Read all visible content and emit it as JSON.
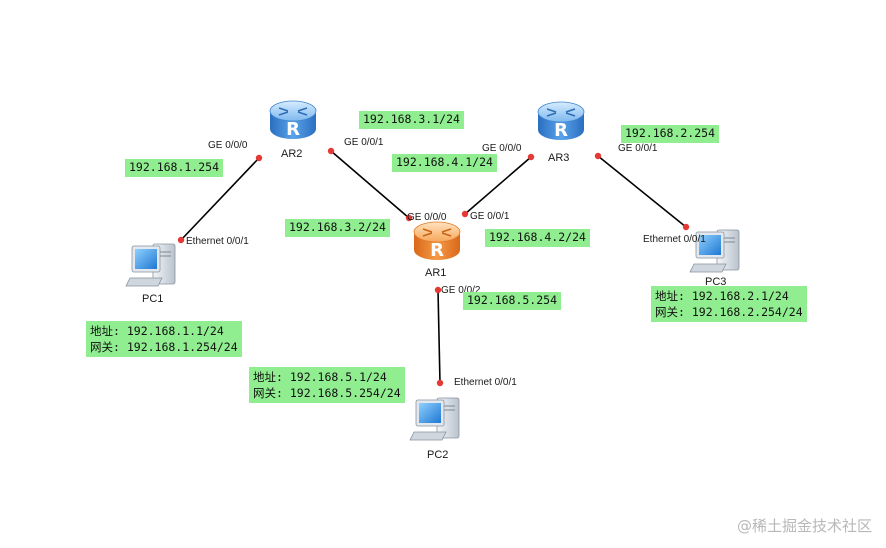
{
  "devices": {
    "ar1": "AR1",
    "ar2": "AR2",
    "ar3": "AR3",
    "pc1": "PC1",
    "pc2": "PC2",
    "pc3": "PC3",
    "router_glyph": "R"
  },
  "ports": {
    "ar2_ge000": "GE 0/0/0",
    "ar2_ge001": "GE 0/0/1",
    "ar3_ge000": "GE 0/0/0",
    "ar3_ge001": "GE 0/0/1",
    "ar1_ge000": "GE 0/0/0",
    "ar1_ge001": "GE 0/0/1",
    "ar1_ge002": "GE 0/0/2",
    "pc1_eth": "Ethernet 0/0/1",
    "pc2_eth": "Ethernet 0/0/1",
    "pc3_eth": "Ethernet 0/0/1"
  },
  "ips": {
    "ar2_ge000": "192.168.1.254",
    "ar2_ge001": "192.168.3.1/24",
    "ar1_ge000": "192.168.3.2/24",
    "ar3_ge000": "192.168.4.1/24",
    "ar1_ge001": "192.168.4.2/24",
    "ar3_ge001": "192.168.2.254",
    "ar1_ge002": "192.168.5.254"
  },
  "pc_config": {
    "pc1": {
      "addr": "地址: 192.168.1.1/24",
      "gw": "网关: 192.168.1.254/24"
    },
    "pc2": {
      "addr": "地址: 192.168.5.1/24",
      "gw": "网关: 192.168.5.254/24"
    },
    "pc3": {
      "addr": "地址: 192.168.2.1/24",
      "gw": "网关: 192.168.2.254/24"
    }
  },
  "colors": {
    "router_blue": "#4a90d9",
    "router_orange": "#f08a24",
    "link": "#000000",
    "port_dot": "#e53935",
    "ip_tag": "#90ee90"
  },
  "watermark": "@稀土掘金技术社区"
}
